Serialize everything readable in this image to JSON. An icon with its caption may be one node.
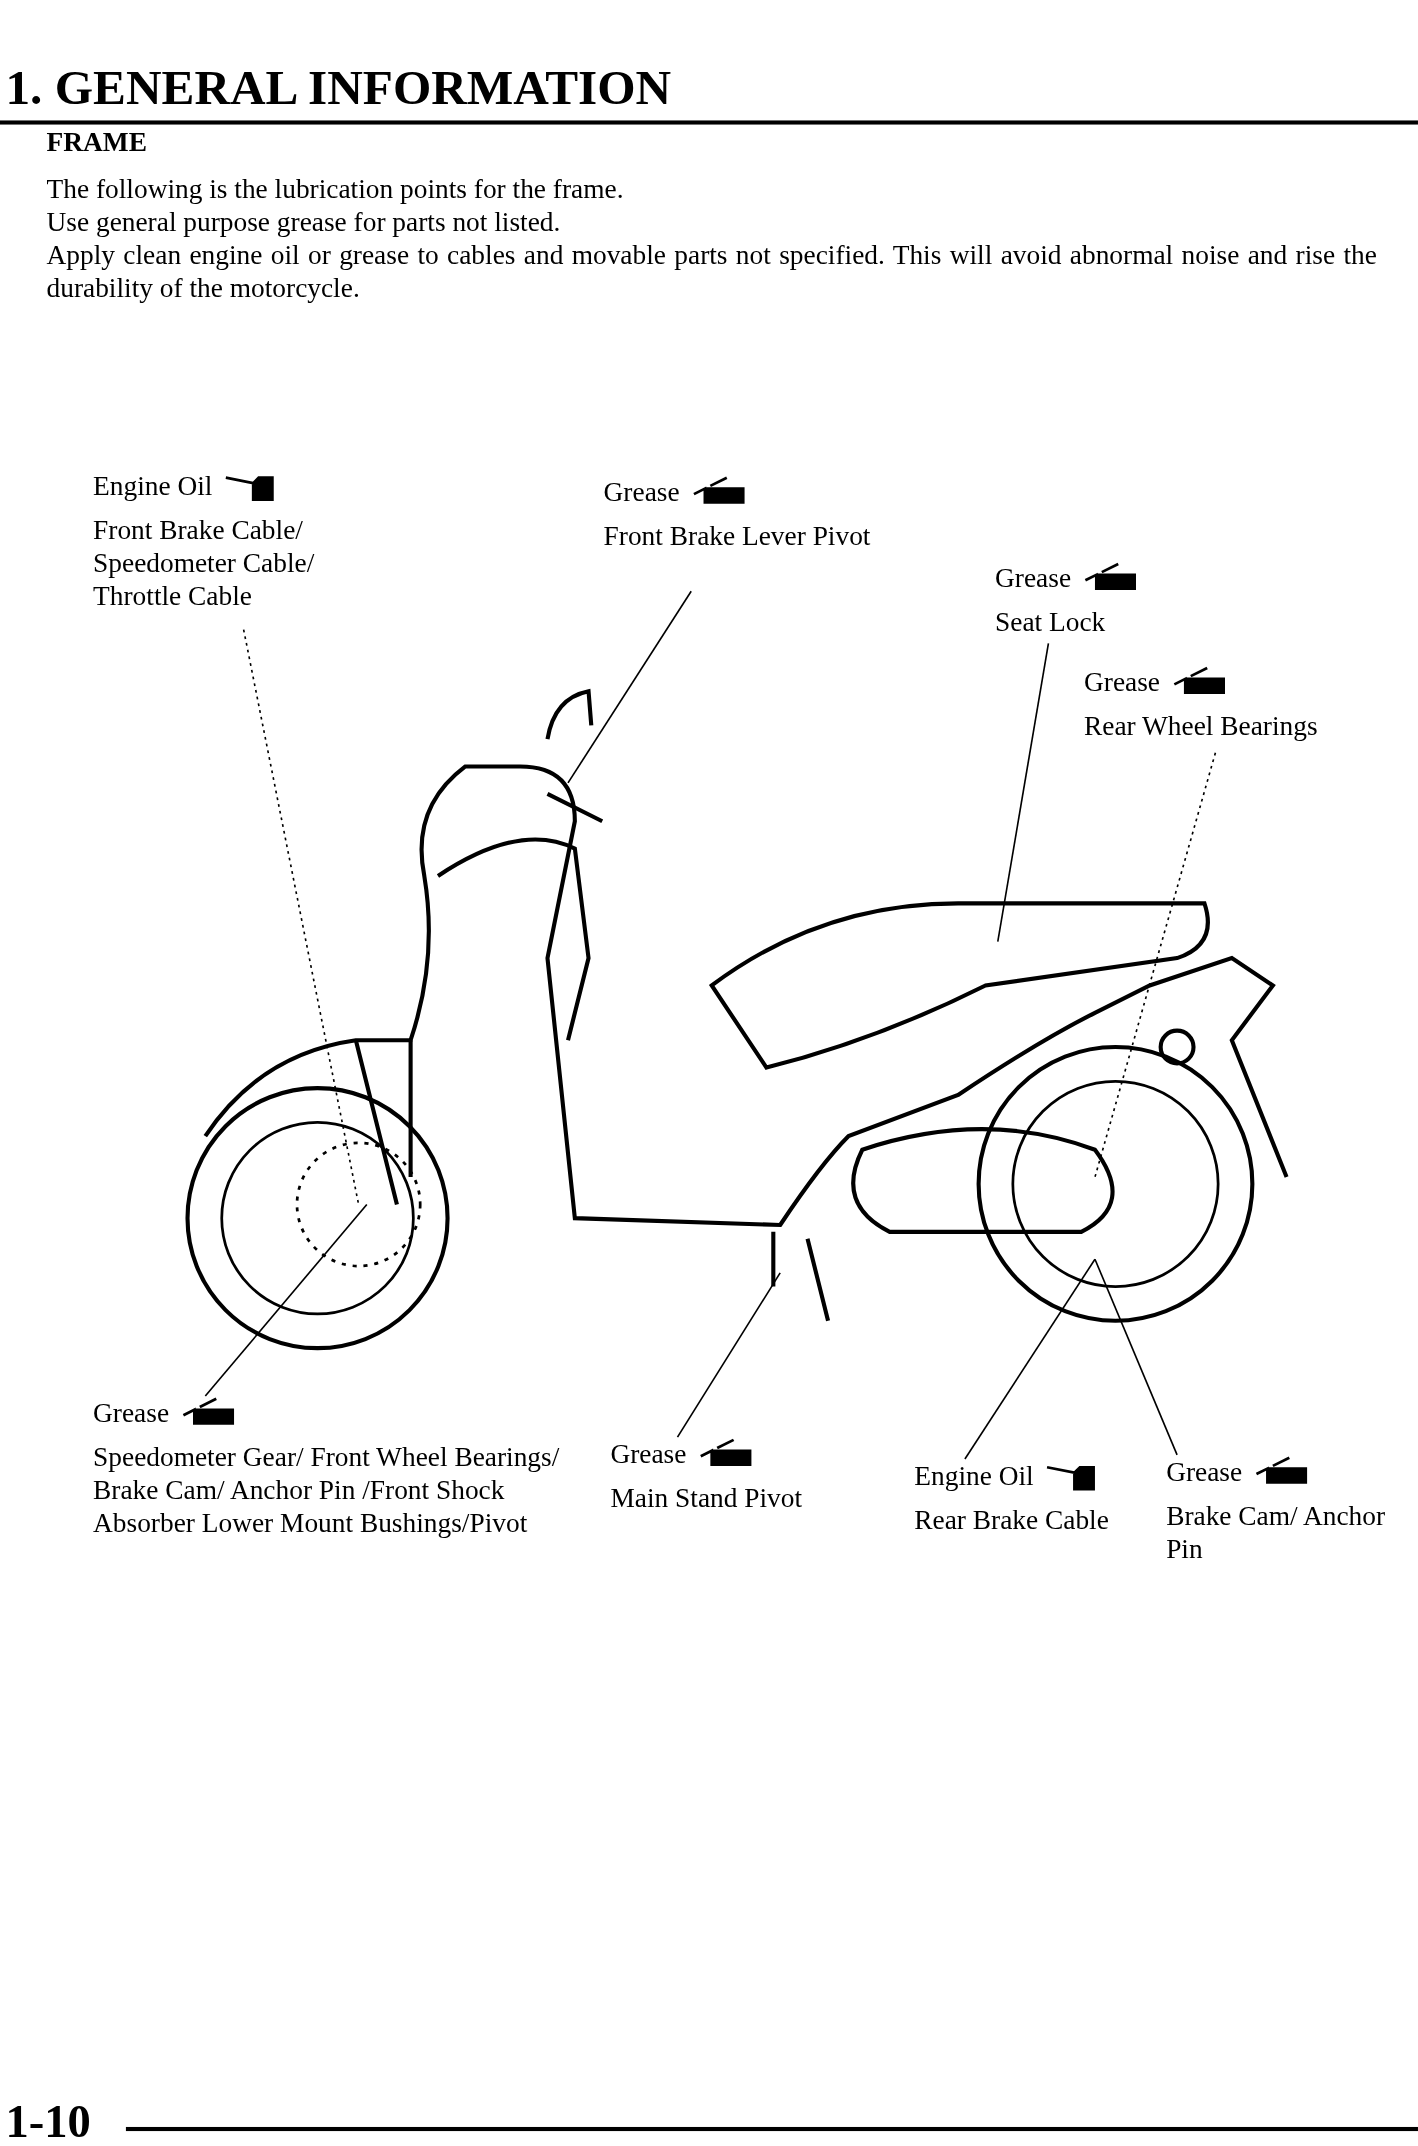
{
  "diagram": {
    "title": "1. GENERAL INFORMATION",
    "nodes": [
      {
        "text": [
          "Engine Oil",
          "Front Brake Cable/ Speedometer Cable/ Throttle Cable"
        ]
      },
      {
        "text": [
          "Grease",
          "Front Brake Lever Pivot"
        ]
      },
      {
        "text": [
          "Grease",
          "Seat Lock"
        ]
      },
      {
        "text": [
          "Grease",
          "Rear Wheel Bearings"
        ]
      },
      {
        "text": [
          "Grease",
          "Speedometer Gear/ Front Wheel Bearings/ Brake Cam/ Anchor Pin /Front Shock Absorber Lower Mount Bushings/Pivot"
        ]
      },
      {
        "text": [
          "Grease",
          "Main Stand Pivot"
        ]
      },
      {
        "text": [
          "Engine Oil",
          "Rear Brake Cable"
        ]
      },
      {
        "text": [
          "Grease",
          "Brake Cam/ Anchor Pin"
        ]
      }
    ],
    "edges": [
      {
        "from": 0,
        "to": null,
        "arrow": "none",
        "style": "dashed"
      },
      {
        "from": 1,
        "to": null,
        "arrow": "none"
      },
      {
        "from": 2,
        "to": null,
        "arrow": "none"
      },
      {
        "from": 3,
        "to": null,
        "arrow": "none",
        "style": "dashed"
      },
      {
        "from": 4,
        "to": null,
        "arrow": "none"
      },
      {
        "from": 5,
        "to": null,
        "arrow": "none"
      },
      {
        "from": 6,
        "to": null,
        "arrow": "none"
      },
      {
        "from": 7,
        "to": null,
        "arrow": "none"
      }
    ],
    "labels": [
      "FRAME",
      "The following is the lubrication points for the frame.",
      "Use general purpose grease for parts not listed.",
      "Apply clean engine oil or grease to cables and movable parts not specified. This will avoid abnormal noise and rise the durability of the motorcycle.",
      "1-10"
    ]
  }
}
